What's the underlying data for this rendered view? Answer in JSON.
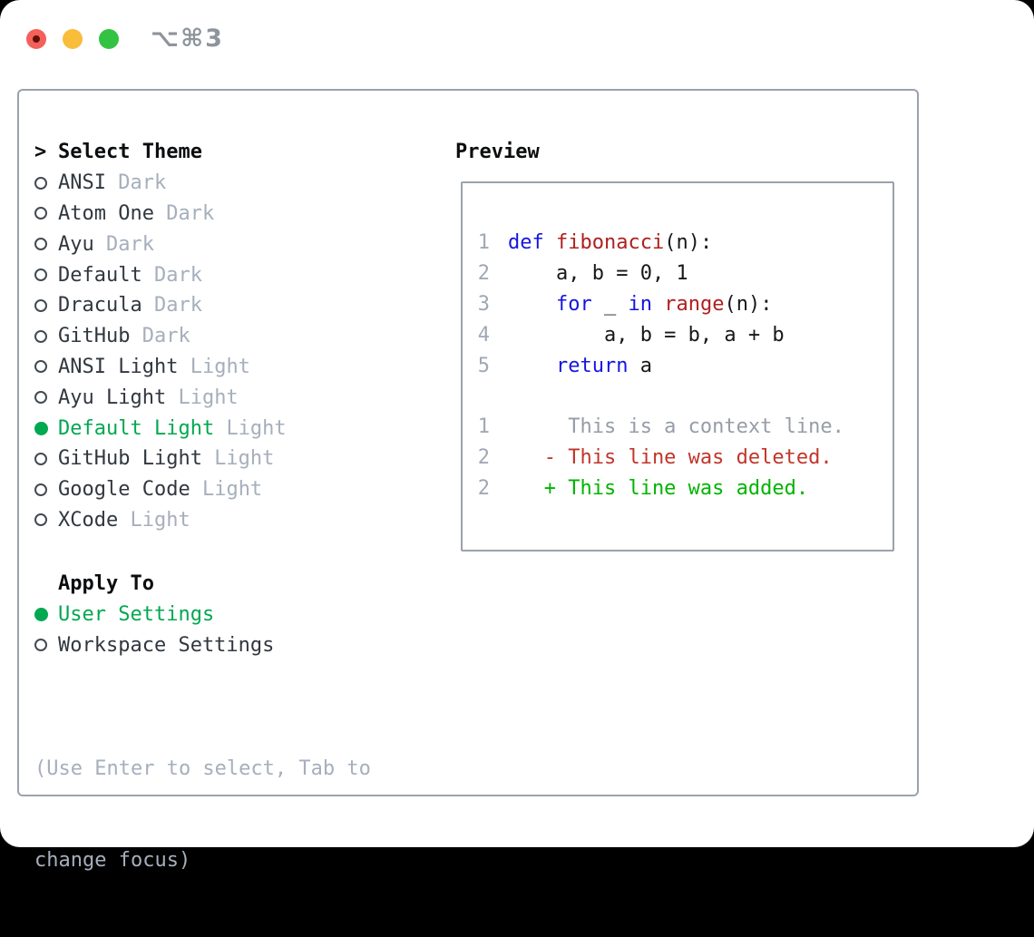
{
  "titlebar": {
    "shortcut": "⌥⌘3",
    "buttons": [
      "close",
      "minimize",
      "zoom"
    ]
  },
  "theme_panel": {
    "title_prefix": ">",
    "title": "Select Theme",
    "items": [
      {
        "name": "ANSI",
        "variant": "Dark",
        "selected": false
      },
      {
        "name": "Atom One",
        "variant": "Dark",
        "selected": false
      },
      {
        "name": "Ayu",
        "variant": "Dark",
        "selected": false
      },
      {
        "name": "Default",
        "variant": "Dark",
        "selected": false
      },
      {
        "name": "Dracula",
        "variant": "Dark",
        "selected": false
      },
      {
        "name": "GitHub",
        "variant": "Dark",
        "selected": false
      },
      {
        "name": "ANSI Light",
        "variant": "Light",
        "selected": false
      },
      {
        "name": "Ayu Light",
        "variant": "Light",
        "selected": false
      },
      {
        "name": "Default Light",
        "variant": "Light",
        "selected": true
      },
      {
        "name": "GitHub Light",
        "variant": "Light",
        "selected": false
      },
      {
        "name": "Google Code",
        "variant": "Light",
        "selected": false
      },
      {
        "name": "XCode",
        "variant": "Light",
        "selected": false
      }
    ]
  },
  "preview_panel": {
    "title": "Preview",
    "code_lines": [
      {
        "num": "1",
        "tokens": [
          {
            "text": "def",
            "type": "keyword"
          },
          {
            "text": " ",
            "type": "plain"
          },
          {
            "text": "fibonacci",
            "type": "function"
          },
          {
            "text": "(n):",
            "type": "plain"
          }
        ]
      },
      {
        "num": "2",
        "tokens": [
          {
            "text": "    a, b = 0, 1",
            "type": "plain"
          }
        ]
      },
      {
        "num": "3",
        "tokens": [
          {
            "text": "    ",
            "type": "plain"
          },
          {
            "text": "for",
            "type": "keyword"
          },
          {
            "text": " _ ",
            "type": "plain"
          },
          {
            "text": "in",
            "type": "keyword"
          },
          {
            "text": " ",
            "type": "plain"
          },
          {
            "text": "range",
            "type": "function"
          },
          {
            "text": "(n):",
            "type": "plain"
          }
        ]
      },
      {
        "num": "4",
        "tokens": [
          {
            "text": "        a, b = b, a + b",
            "type": "plain"
          }
        ]
      },
      {
        "num": "5",
        "tokens": [
          {
            "text": "    ",
            "type": "plain"
          },
          {
            "text": "return",
            "type": "keyword"
          },
          {
            "text": " a",
            "type": "plain"
          }
        ]
      }
    ],
    "diff_lines": [
      {
        "num": "1",
        "tokens": [
          {
            "text": "     This is a context line.",
            "type": "context"
          }
        ]
      },
      {
        "num": "2",
        "tokens": [
          {
            "text": "   - This line was deleted.",
            "type": "deleted"
          }
        ]
      },
      {
        "num": "2",
        "tokens": [
          {
            "text": "   + This line was added.",
            "type": "added"
          }
        ]
      }
    ]
  },
  "apply_panel": {
    "title": "Apply To",
    "options": [
      {
        "label": "User Settings",
        "selected": true
      },
      {
        "label": "Workspace Settings",
        "selected": false
      }
    ]
  },
  "hint_lines": [
    "(Use Enter to select, Tab to",
    "change focus)"
  ],
  "colors": {
    "selected_green": "#00a850",
    "keyword_blue": "#1515e0",
    "function_red": "#b01f1f",
    "diff_deleted_red": "#c2352a",
    "diff_added_green": "#00b400",
    "context_gray": "#969da7",
    "line_number_gray": "#a0a8b4",
    "muted_gray": "#a6afbc",
    "text_dark": "#31373f",
    "border_gray": "#9aa2ac",
    "traffic_red": "#f4605a",
    "traffic_red_dot": "#5e100a",
    "traffic_yellow": "#f7bd3b",
    "traffic_green": "#33c342"
  }
}
